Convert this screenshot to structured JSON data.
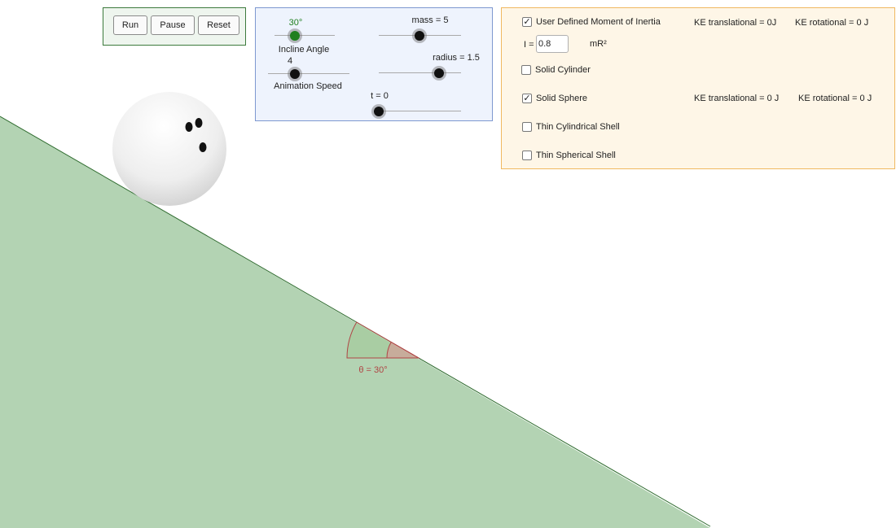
{
  "buttons": {
    "run": "Run",
    "pause": "Pause",
    "reset": "Reset"
  },
  "sliders": {
    "incline_angle": {
      "label": "Incline Angle",
      "value_text": "30°",
      "value": 30,
      "color": "#1f7f1f"
    },
    "animation_speed": {
      "label": "Animation Speed",
      "value_text": "4",
      "value": 4
    },
    "mass": {
      "label": "mass = 5",
      "value": 5
    },
    "radius": {
      "label": "radius = 1.5",
      "value": 1.5
    },
    "time": {
      "label": "t = 0",
      "value": 0
    }
  },
  "inertia": {
    "user_defined": {
      "label": "User Defined Moment of Inertia",
      "checked": true,
      "ke_translational": "KE translational = 0J",
      "ke_rotational": "KE rotational = 0 J"
    },
    "input_prefix": "I =",
    "input_value": "0.8",
    "unit": "mR²",
    "options": [
      {
        "label": "Solid Cylinder",
        "checked": false
      },
      {
        "label": "Solid Sphere",
        "checked": true,
        "ke_translational": "KE translational = 0 J",
        "ke_rotational": "KE rotational = 0 J"
      },
      {
        "label": "Thin Cylindrical Shell",
        "checked": false
      },
      {
        "label": "Thin Spherical Shell",
        "checked": false
      }
    ]
  },
  "scene": {
    "angle_label": "θ = 30°",
    "incline_color": "#b3d3b3",
    "incline_edge_color": "#2e6b2e",
    "angle_arc_color": "#b04545",
    "ball_color": "#f0f0f0",
    "ball_hole_color": "#111111"
  }
}
